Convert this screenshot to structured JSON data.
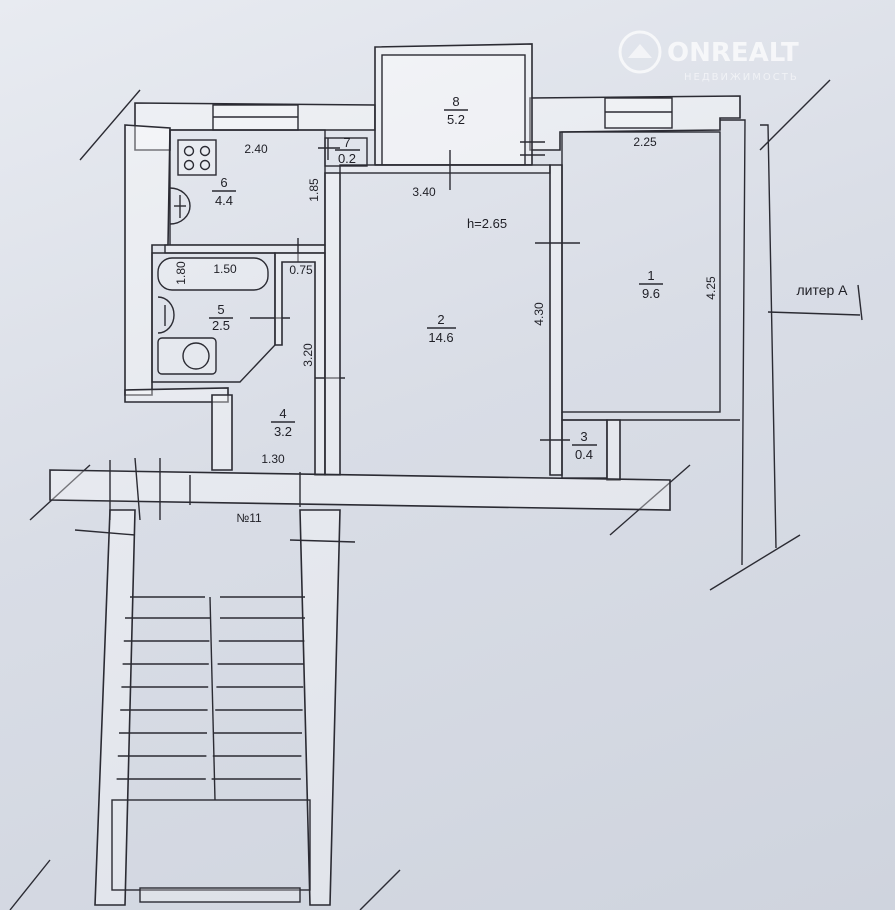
{
  "watermark": {
    "brand": "ONREALT",
    "tagline": "НЕДВИЖИМОСТЬ"
  },
  "height_label": "h=2.65",
  "building_label": "литер А",
  "apartment_label": "№11",
  "rooms": [
    {
      "id": "1",
      "number": "1",
      "area": "9.6"
    },
    {
      "id": "2",
      "number": "2",
      "area": "14.6"
    },
    {
      "id": "3",
      "number": "3",
      "area": "0.4"
    },
    {
      "id": "4",
      "number": "4",
      "area": "3.2"
    },
    {
      "id": "5",
      "number": "5",
      "area": "2.5"
    },
    {
      "id": "6",
      "number": "6",
      "area": "4.4"
    },
    {
      "id": "7",
      "number": "7",
      "area": "0.2"
    },
    {
      "id": "8",
      "number": "8",
      "area": "5.2"
    }
  ],
  "dimensions": {
    "kitchen_width": "2.40",
    "kitchen_depth": "1.85",
    "living_width": "3.40",
    "living_depth": "4.30",
    "bedroom_width": "2.25",
    "bedroom_depth": "4.25",
    "bath_width": "1.50",
    "bath_depth": "1.80",
    "bath_niche": "0.75",
    "hall_depth": "3.20",
    "hall_width": "1.30"
  }
}
